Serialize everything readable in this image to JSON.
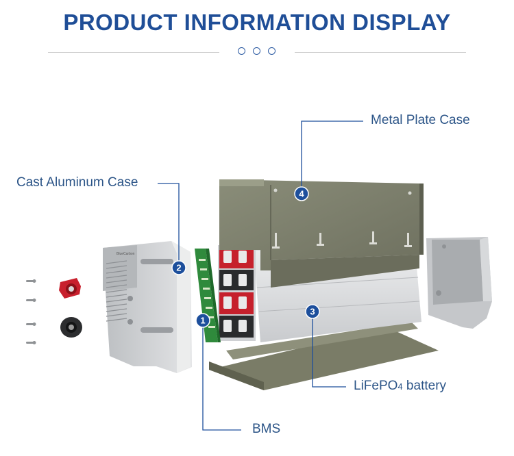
{
  "header": {
    "title": "PRODUCT INFORMATION DISPLAY"
  },
  "callouts": [
    {
      "number": "1",
      "label": "BMS"
    },
    {
      "number": "2",
      "label": "Cast Aluminum Case"
    },
    {
      "number": "3",
      "label": "LiFePO",
      "label_sub": "4",
      "label_after": " battery"
    },
    {
      "number": "4",
      "label": "Metal Plate Case"
    }
  ],
  "colors": {
    "title": "#1f4e97",
    "label": "#2b5487",
    "badge": "#1d4f9c",
    "leader_line": "#1d4f9c"
  },
  "end_cap_logo": "BlueCarbon"
}
